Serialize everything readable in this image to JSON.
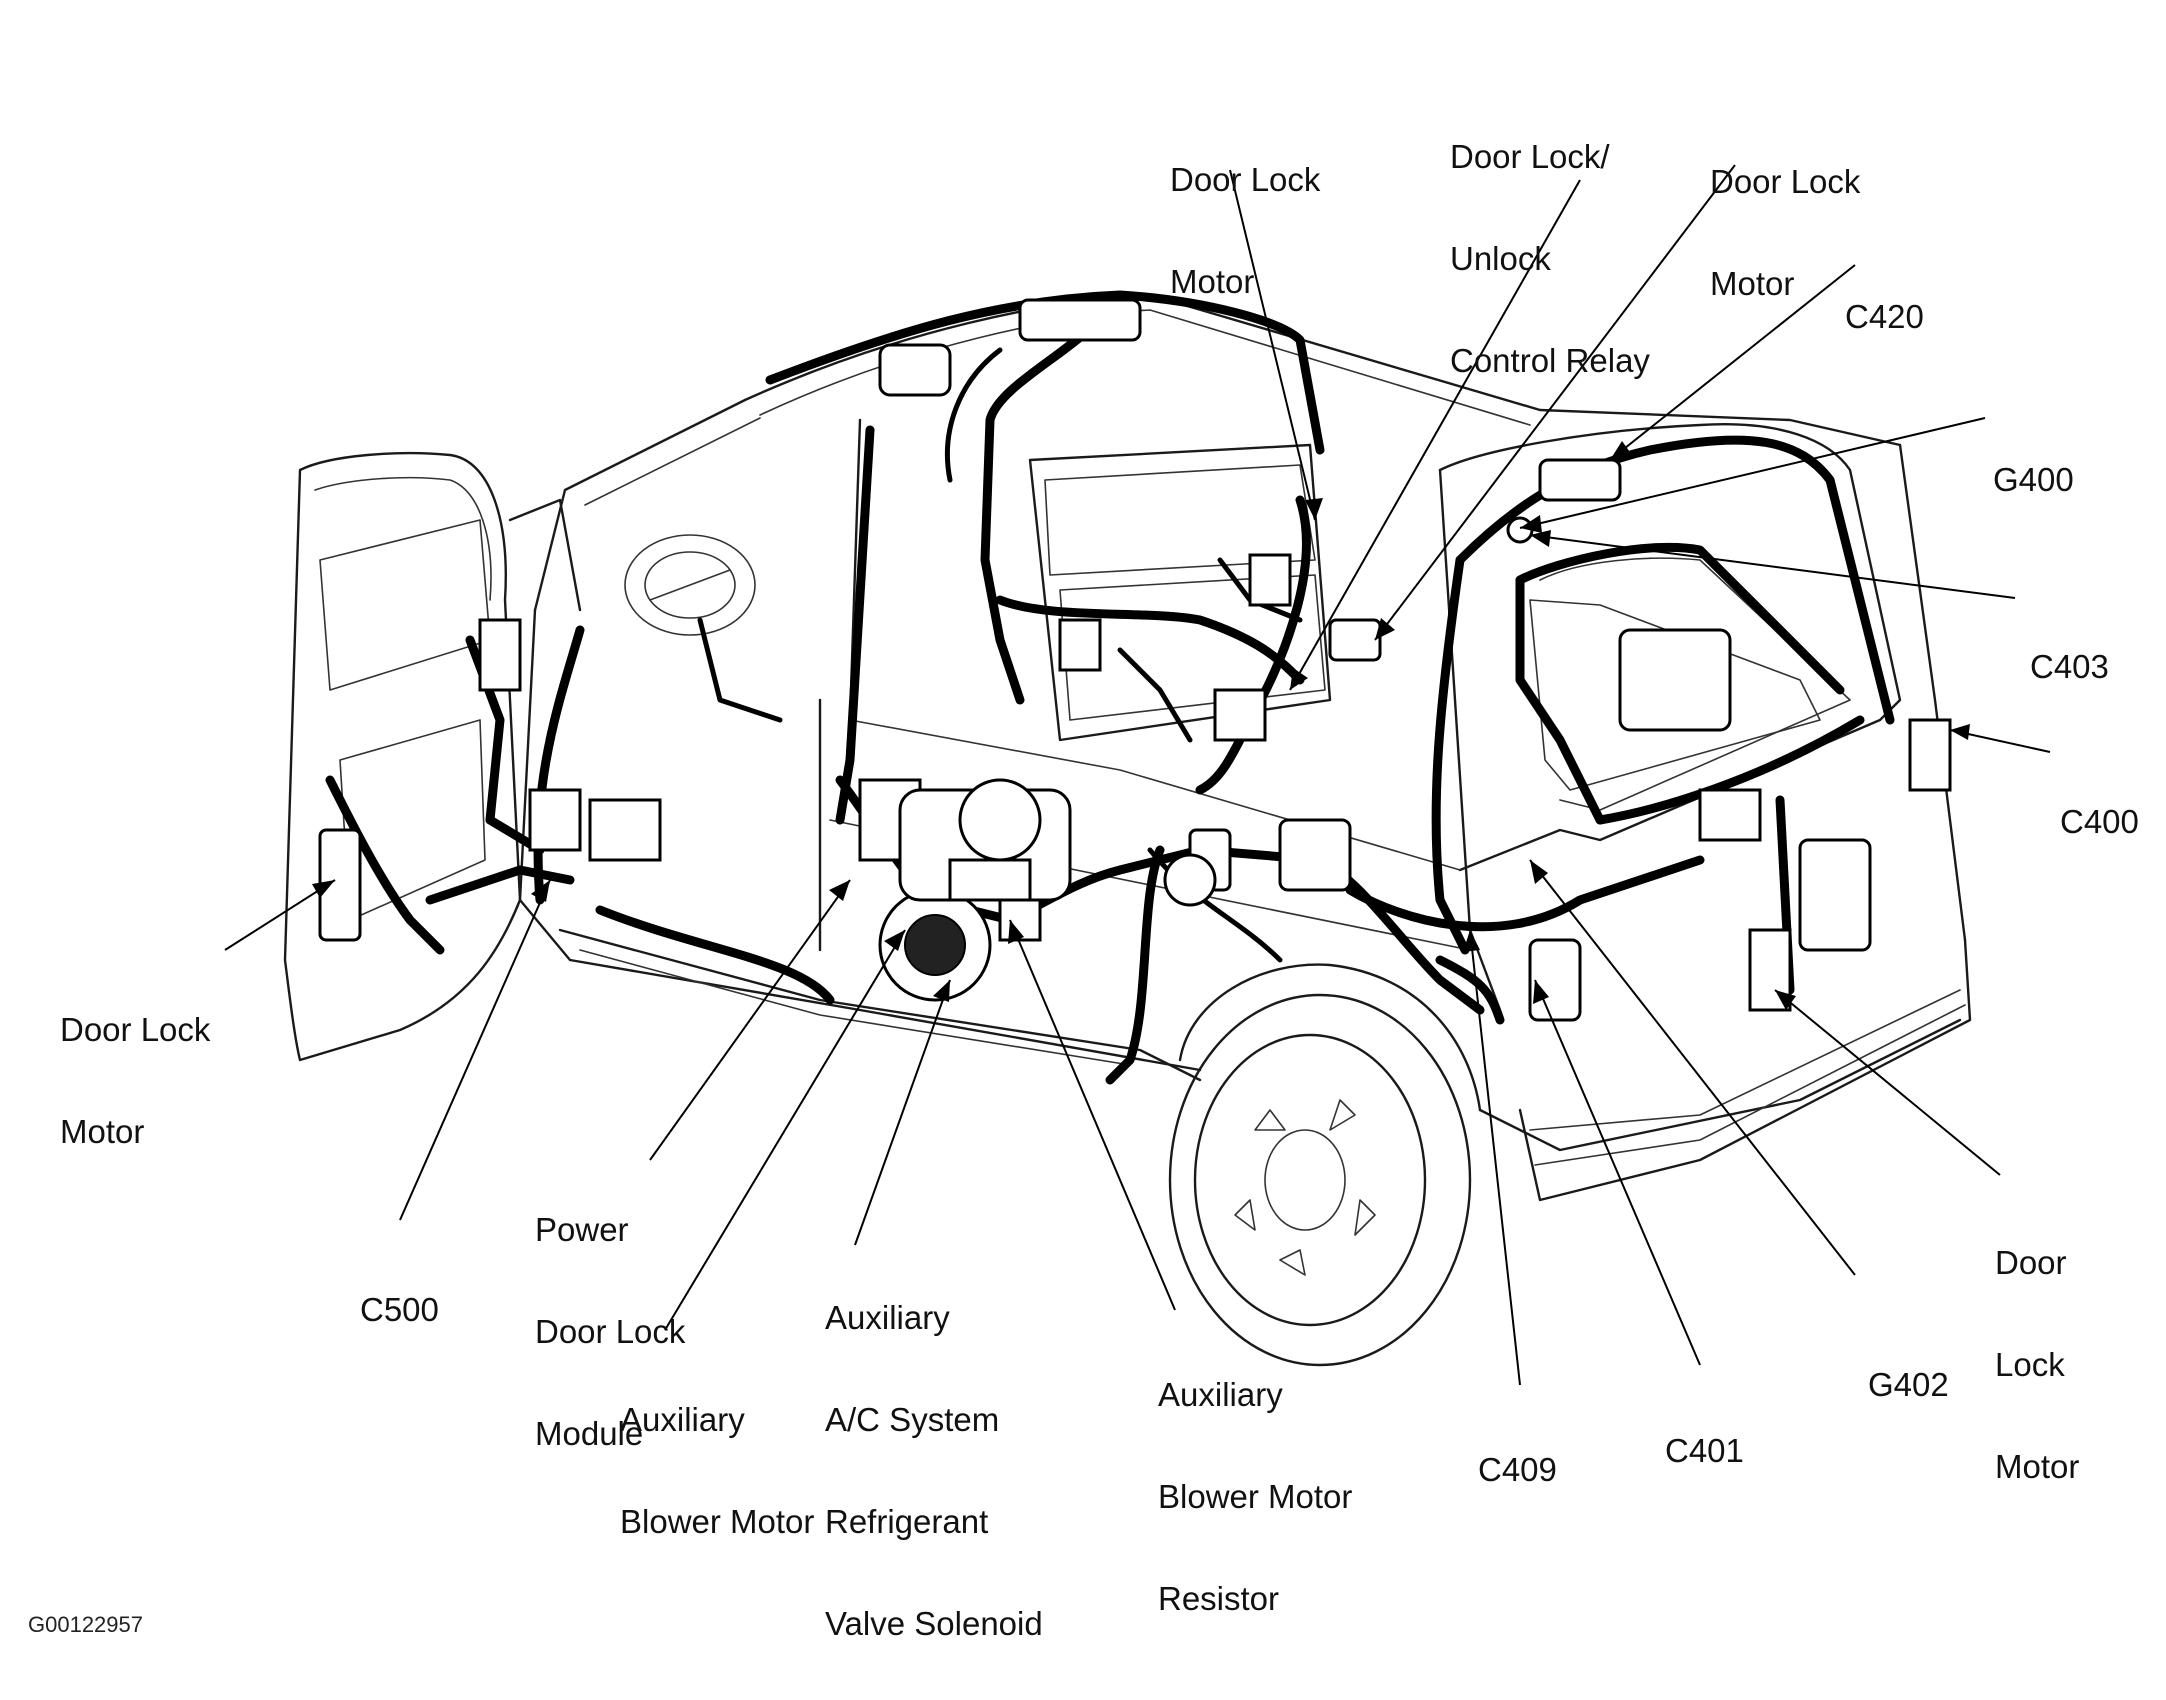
{
  "labels": {
    "door_lock_motor_top": [
      "Door Lock",
      "Motor"
    ],
    "door_lock_unlock_relay": [
      "Door Lock/",
      "Unlock",
      "Control Relay"
    ],
    "door_lock_motor_top_right": [
      "Door Lock",
      "Motor"
    ],
    "c420": "C420",
    "g400": "G400",
    "c403": "C403",
    "c400": "C400",
    "door_lock_motor_left": [
      "Door Lock",
      "Motor"
    ],
    "power_door_lock_module": [
      "Power",
      "Door Lock",
      "Module"
    ],
    "c500": "C500",
    "aux_ac_refrigerant_valve_solenoid": [
      "Auxiliary",
      "A/C System",
      "Refrigerant",
      "Valve Solenoid"
    ],
    "aux_blower_motor": [
      "Auxiliary",
      "Blower Motor"
    ],
    "aux_blower_motor_resistor": [
      "Auxiliary",
      "Blower Motor",
      "Resistor"
    ],
    "c409": "C409",
    "c401": "C401",
    "g402": "G402",
    "door_lock_motor_rear": [
      "Door",
      "Lock",
      "Motor"
    ]
  },
  "figure_code": "G00122957"
}
